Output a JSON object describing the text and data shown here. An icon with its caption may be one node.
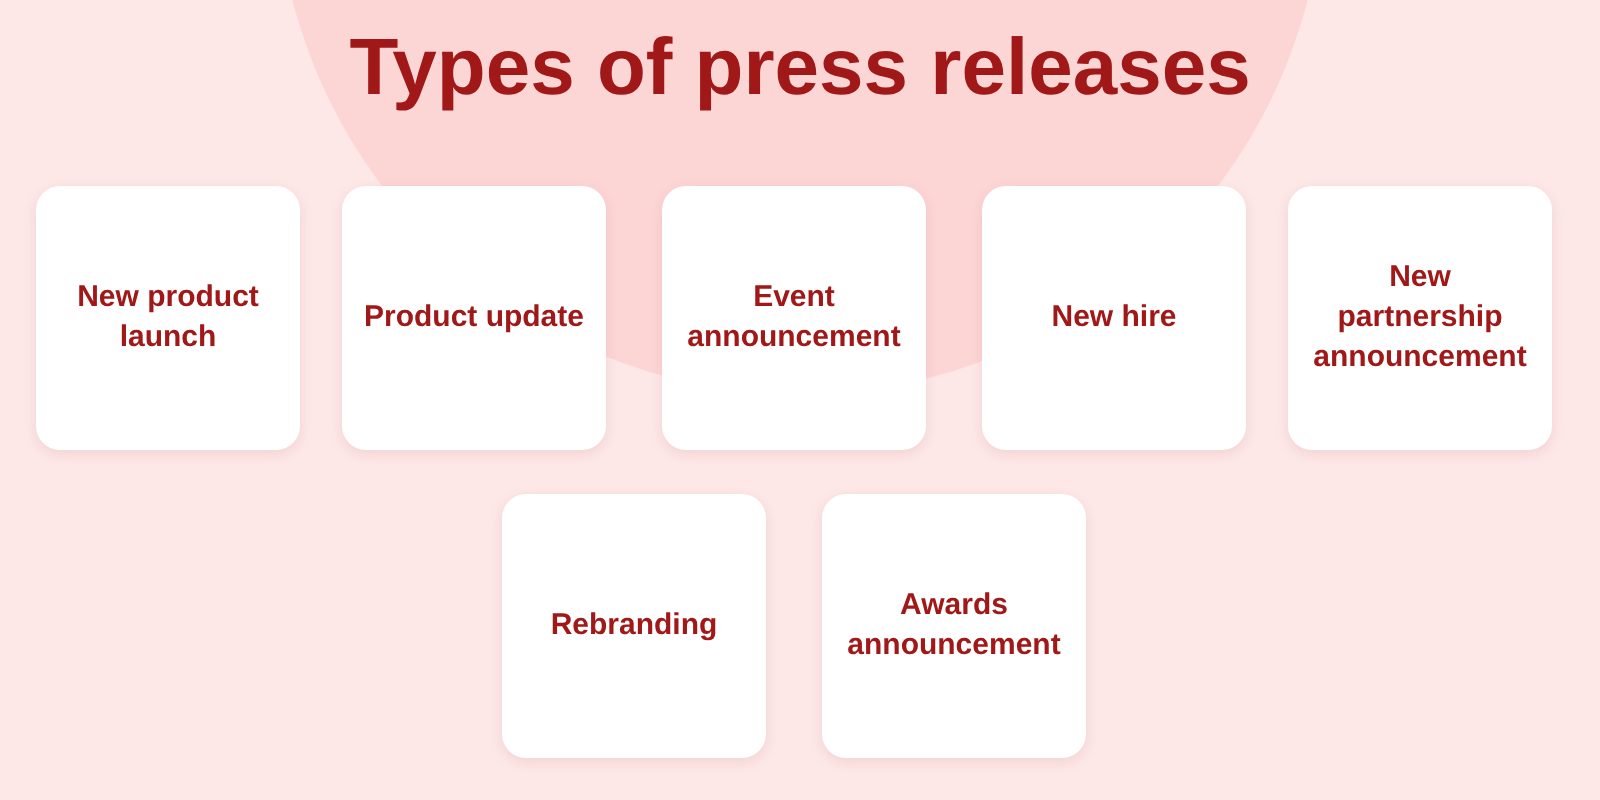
{
  "diagram": {
    "title": "Types of press releases",
    "nodes": [
      {
        "text": [
          "New product launch"
        ]
      },
      {
        "text": [
          "Product update"
        ]
      },
      {
        "text": [
          "Event announcement"
        ]
      },
      {
        "text": [
          "New hire"
        ]
      },
      {
        "text": [
          "New partnership announcement"
        ]
      },
      {
        "text": [
          "Rebranding"
        ]
      },
      {
        "text": [
          "Awards announcement"
        ]
      }
    ],
    "edges": []
  }
}
